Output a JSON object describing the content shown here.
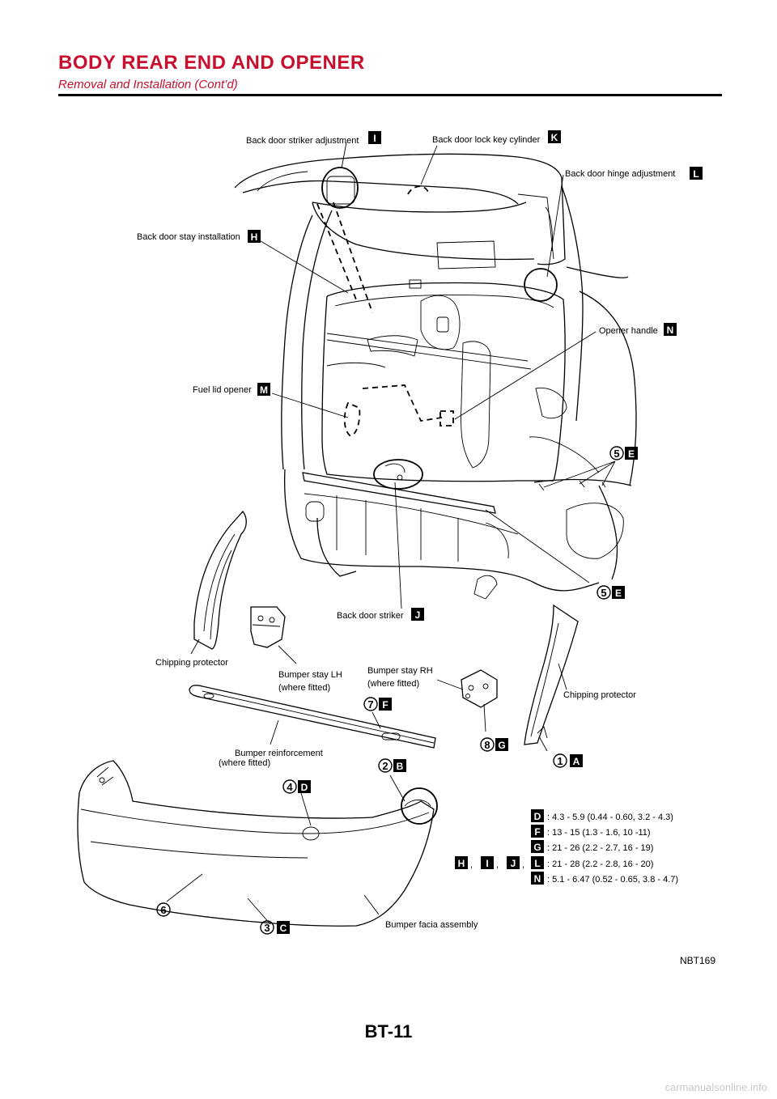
{
  "header": {
    "title": "BODY REAR END AND OPENER",
    "subtitle": "Removal and Installation (Cont’d)"
  },
  "labels": {
    "striker_adj": "Back door striker adjustment",
    "lock_cyl": "Back door lock key cylinder",
    "hinge_adj": "Back door hinge adjustment",
    "stay_inst": "Back door stay installation",
    "opener_handle": "Opener handle",
    "fuel_lid": "Fuel lid opener",
    "striker": "Back door striker",
    "chip_l": "Chipping protector",
    "stay_lh_1": "Bumper stay LH",
    "stay_lh_2": "(where fitted)",
    "stay_rh_1": "Bumper stay RH",
    "stay_rh_2": "(where fitted)",
    "chip_r": "Chipping protector",
    "reinf_1": "Bumper reinforcement",
    "reinf_2": "(where fitted)",
    "facia": "Bumper facia assembly"
  },
  "callout_letters": {
    "I": "I",
    "K": "K",
    "L": "L",
    "H": "H",
    "N": "N",
    "M": "M",
    "J": "J",
    "E": "E",
    "F": "F",
    "G": "G",
    "A": "A",
    "B": "B",
    "D": "D",
    "C": "C"
  },
  "callout_numbers": {
    "n1": "1",
    "n2": "2",
    "n3": "3",
    "n4": "4",
    "n5": "5",
    "n6": "6",
    "n7": "7",
    "n8": "8"
  },
  "specs": {
    "D": ": 4.3 - 5.9 (0.44 - 0.60, 3.2 - 4.3)",
    "F": ": 13 - 15 (1.3 - 1.6, 10 -11)",
    "G": ": 21 - 26 (2.2 - 2.7, 16 - 19)",
    "HIJL": ": 21 - 28 (2.2 - 2.8, 16 - 20)",
    "N": ": 5.1 - 6.47 (0.52 - 0.65, 3.8 - 4.7)",
    "comma": ","
  },
  "figure_id": "NBT169",
  "page_number": "BT-11",
  "watermark": "carmanualsonline.info"
}
